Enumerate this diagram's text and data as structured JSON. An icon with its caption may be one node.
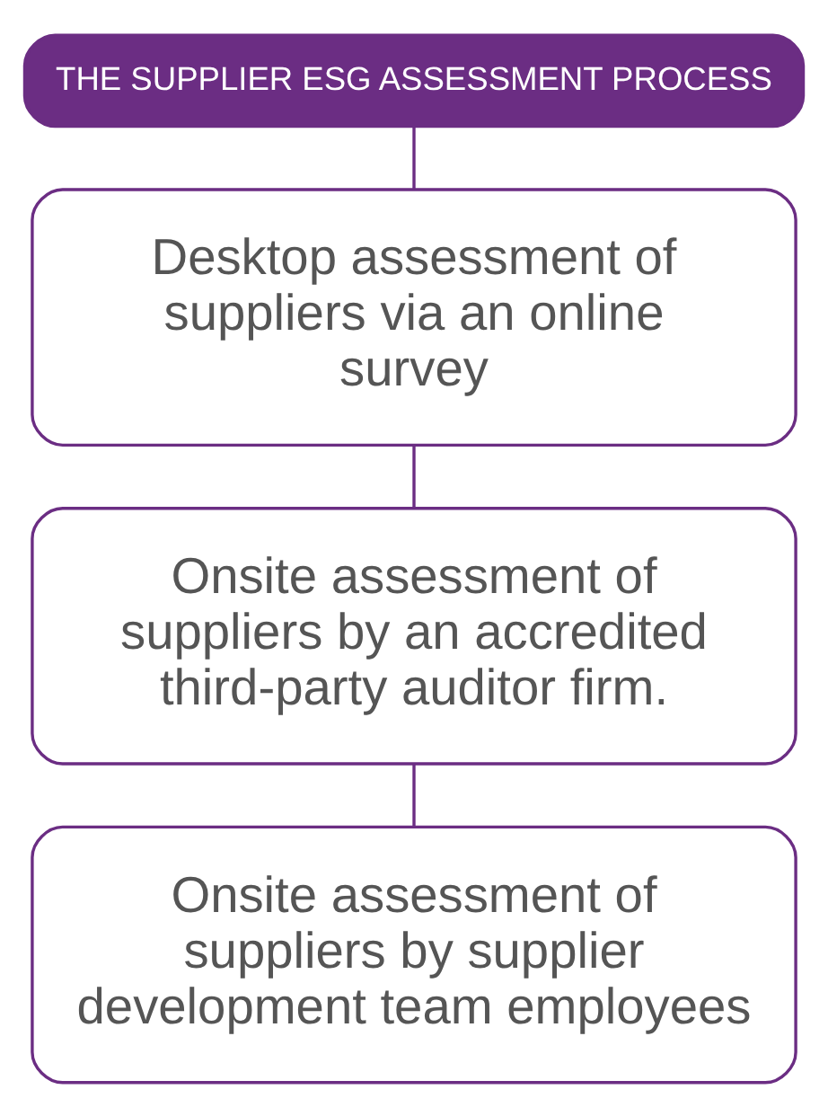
{
  "diagram": {
    "nodes": [
      {
        "text": [
          "THE SUPPLIER ESG ASSESSMENT PROCESS"
        ]
      },
      {
        "text": [
          "Desktop assessment of suppliers via an online survey"
        ]
      },
      {
        "text": [
          "Onsite assessment of suppliers by an accredited third-party auditor firm."
        ]
      },
      {
        "text": [
          "Onsite assessment of suppliers by supplier development team employees"
        ]
      }
    ],
    "edges": [
      {
        "from": 0,
        "to": 1,
        "arrow": "none"
      },
      {
        "from": 1,
        "to": 2,
        "arrow": "none"
      },
      {
        "from": 2,
        "to": 3,
        "arrow": "none"
      }
    ]
  }
}
